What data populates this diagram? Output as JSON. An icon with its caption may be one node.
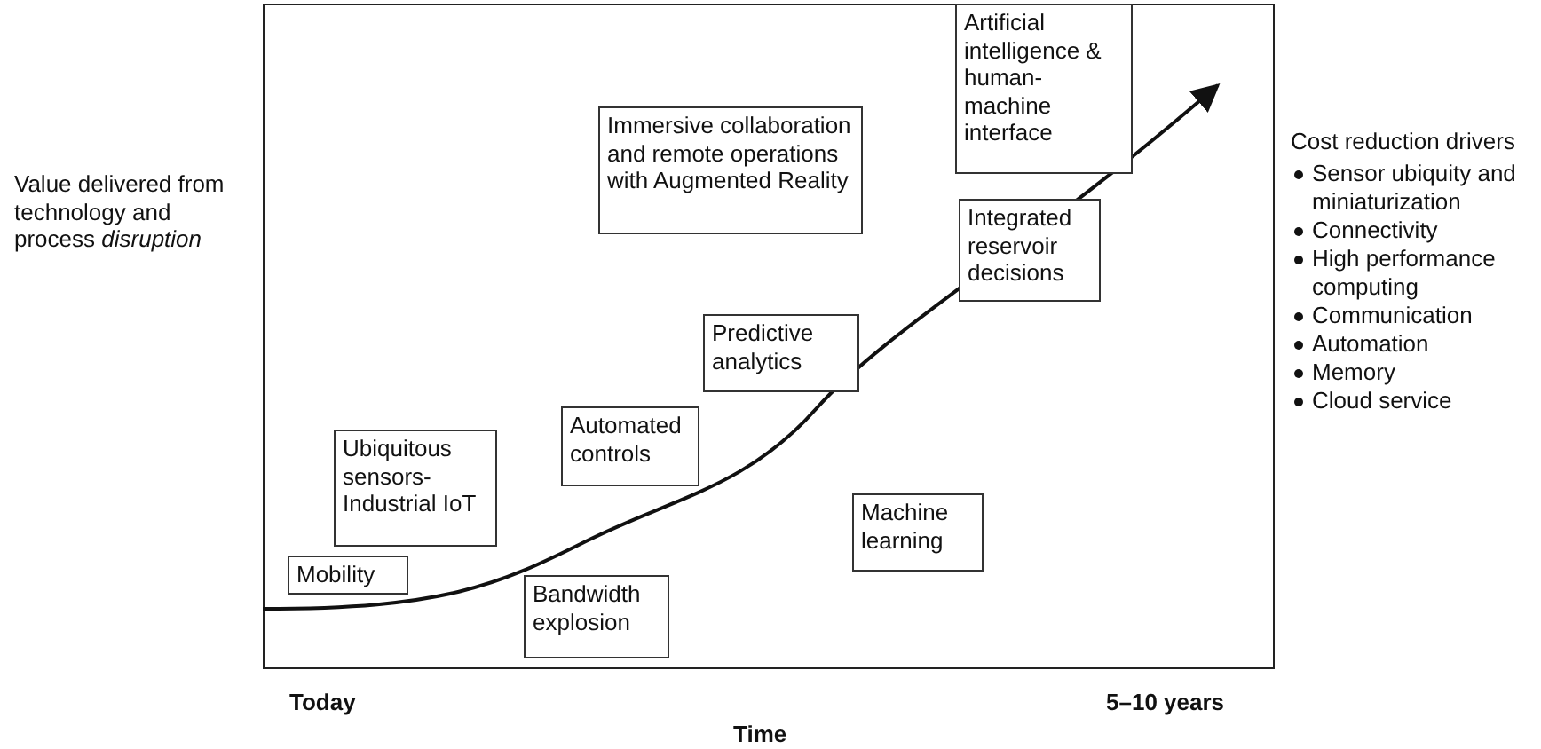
{
  "diagram": {
    "nodes": [
      {
        "text": [
          "Artificial intelligence & human-machine interface"
        ]
      },
      {
        "text": [
          "Immersive collaboration and remote operations with Augmented Reality"
        ]
      },
      {
        "text": [
          "Integrated reservoir decisions"
        ]
      },
      {
        "text": [
          "Predictive analytics"
        ]
      },
      {
        "text": [
          "Ubiquitous sensors-Industrial IoT"
        ]
      },
      {
        "text": [
          "Automated controls"
        ]
      },
      {
        "text": [
          "Machine learning"
        ]
      },
      {
        "text": [
          "Mobility"
        ]
      },
      {
        "text": [
          "Bandwidth explosion"
        ]
      }
    ],
    "labels": [
      "Value delivered from technology and process *disruption*",
      "Cost reduction drivers",
      "Sensor ubiquity and miniaturization",
      "Connectivity",
      "High performance computing",
      "Communication",
      "Automation",
      "Memory",
      "Cloud service",
      "Today",
      "5–10 years",
      "Time"
    ]
  }
}
